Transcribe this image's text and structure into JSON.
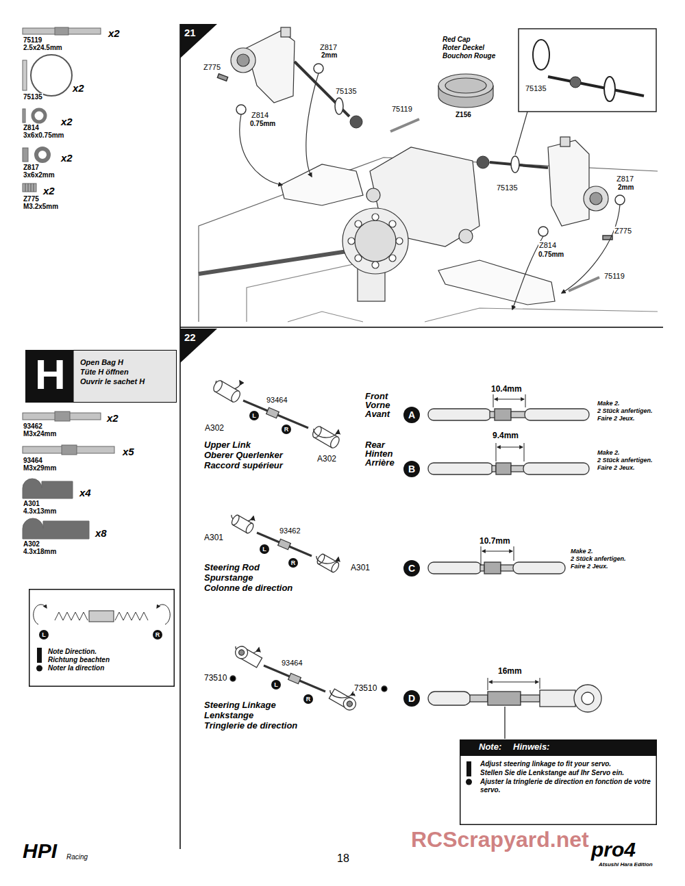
{
  "diagram": {
    "nodes": [
      {
        "text": [
          "21"
        ]
      },
      {
        "text": [
          "22"
        ]
      },
      {
        "text": [
          "H",
          "Open Bag H",
          "Tüte H öffnen",
          "Ouvrir le sachet H"
        ]
      },
      {
        "text": [
          "Note Direction.",
          "Richtung beachten",
          "Noter la direction"
        ]
      },
      {
        "text": [
          "L"
        ],
        "in": 3
      },
      {
        "text": [
          "R"
        ],
        "in": 3
      },
      {
        "text": [
          "L"
        ]
      },
      {
        "text": [
          "R"
        ]
      },
      {
        "text": [
          "A"
        ]
      },
      {
        "text": [
          "B"
        ]
      },
      {
        "text": [
          "L"
        ]
      },
      {
        "text": [
          "R"
        ]
      },
      {
        "text": [
          "C"
        ]
      },
      {
        "text": [
          "L"
        ]
      },
      {
        "text": [
          "R"
        ]
      },
      {
        "text": [
          "D"
        ]
      },
      {
        "text": [
          "Note:",
          "Hinweis:",
          "Adjust steering linkage to fit your servo.",
          "Stellen Sie die Lenkstange auf Ihr Servo ein.",
          "Ajuster la tringlerie de direction en fonction de votre servo."
        ]
      }
    ],
    "labels": [
      "75119",
      "2.5x24.5mm",
      "x2",
      "75135",
      "x2",
      "Z814",
      "3x6x0.75mm",
      "x2",
      "Z817",
      "3x6x2mm",
      "x2",
      "Z775",
      "M3.2x5mm",
      "x2",
      "Z817",
      "2mm",
      "Z775",
      "Z814",
      "0.75mm",
      "75135",
      "75119",
      "Red Cap",
      "Roter Deckel",
      "Bouchon Rouge",
      "Z156",
      "75135",
      "75135",
      "Z817",
      "2mm",
      "Z775",
      "Z814",
      "0.75mm",
      "75119",
      "93462",
      "M3x24mm",
      "x2",
      "93464",
      "M3x29mm",
      "x5",
      "A301",
      "4.3x13mm",
      "x4",
      "A302",
      "4.3x18mm",
      "x8",
      "A302",
      "93464",
      "A302",
      "Upper Link",
      "Oberer Querlenker",
      "Raccord supérieur",
      "Front",
      "Vorne",
      "Avant",
      "10.4mm",
      "Make 2.",
      "2 Stück anfertigen.",
      "Faire 2 Jeux.",
      "Rear",
      "Hinten",
      "Arrière",
      "9.4mm",
      "Make 2.",
      "2 Stück anfertigen.",
      "Faire 2 Jeux.",
      "A301",
      "93462",
      "A301",
      "Steering Rod",
      "Spurstange",
      "Colonne de direction",
      "10.7mm",
      "Make 2.",
      "2 Stück anfertigen.",
      "Faire 2 Jeux.",
      "73510",
      "93464",
      "73510",
      "Steering Linkage",
      "Lenkstange",
      "Tringlerie de direction",
      "16mm",
      "HPI",
      "Racing",
      "18",
      "pro4",
      "Atsushi Hara Edition",
      "RCScrapyard.net"
    ]
  }
}
